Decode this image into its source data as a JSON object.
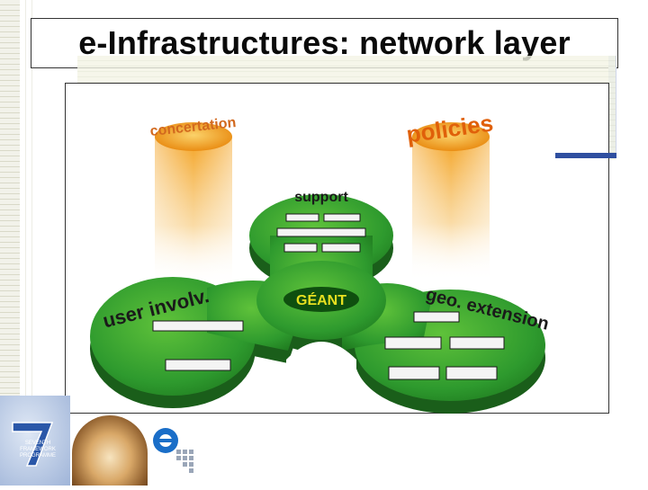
{
  "slide": {
    "title": "e-Infrastructures: network layer"
  },
  "diagram": {
    "pillars": [
      {
        "label": "concertation",
        "color": "#f28a1a"
      },
      {
        "label": "policies",
        "color": "#f28a1a"
      }
    ],
    "center": {
      "label": "GÉANT"
    },
    "lobes": [
      {
        "label": "support",
        "items": [
          "",
          "",
          ""
        ]
      },
      {
        "label": "user involv.",
        "items": [
          "",
          ""
        ]
      },
      {
        "label": "geo. extension",
        "items": [
          "",
          "",
          ""
        ]
      }
    ],
    "colors": {
      "green": "#2e9a2e",
      "green_dark": "#1f6e1f",
      "orange": "#f39c12",
      "title_box_border": "#333333",
      "accent_blue": "#2f4fa0"
    }
  },
  "footer": {
    "logo_caption": "SEVENTH FRAMEWORK PROGRAMME",
    "icons": [
      "fp7-logo",
      "fiber-optic-photo",
      "e-infrastructure-logo"
    ]
  }
}
